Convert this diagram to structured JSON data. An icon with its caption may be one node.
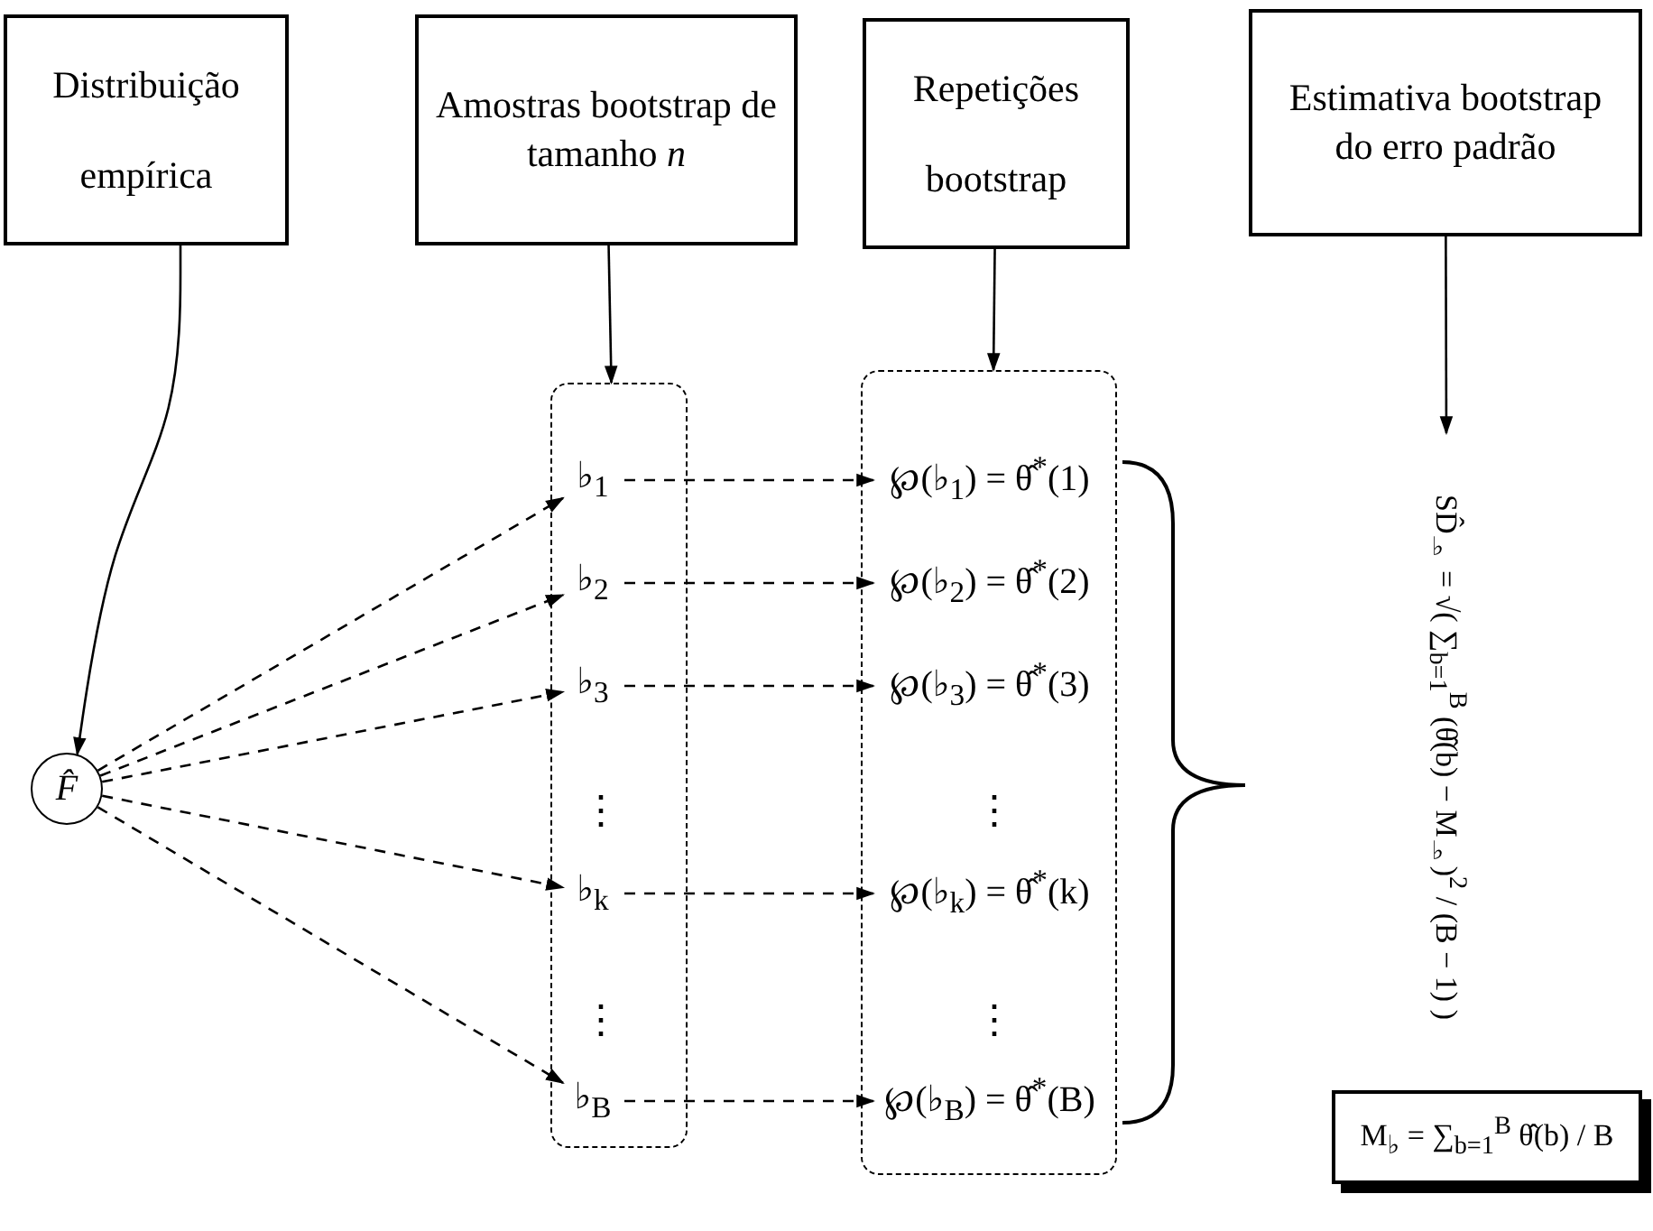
{
  "diagram": {
    "nodes": [
      {
        "text": [
          "Distribuição empírica"
        ]
      },
      {
        "text": [
          "Amostras bootstrap de tamanho *n*"
        ]
      },
      {
        "text": [
          "Repetições bootstrap"
        ]
      },
      {
        "text": [
          "Estimativa bootstrap do erro padrão"
        ]
      },
      {
        "text": [
          "F̂"
        ]
      },
      {
        "text": [],
        "shape": "box"
      },
      {
        "text": [],
        "shape": "box"
      },
      {
        "text": [
          "♭$_{1}$"
        ],
        "in": 5
      },
      {
        "text": [
          "♭$_{2}$"
        ],
        "in": 5
      },
      {
        "text": [
          "♭$_{3}$"
        ],
        "in": 5
      },
      {
        "text": [
          "♭$_{k}$"
        ],
        "in": 5
      },
      {
        "text": [
          "♭$_{B}$"
        ],
        "in": 5
      },
      {
        "text": [
          "℘(♭$_{1}$) = θ̂$^{*}$(1)"
        ],
        "in": 6
      },
      {
        "text": [
          "℘(♭$_{2}$) = θ̂$^{*}$(2)"
        ],
        "in": 6
      },
      {
        "text": [
          "℘(♭$_{3}$) = θ̂$^{*}$(3)"
        ],
        "in": 6
      },
      {
        "text": [
          "℘(♭$_{k}$) = θ̂$^{*}$(k)"
        ],
        "in": 6
      },
      {
        "text": [
          "℘(♭$_{B}$) = θ̂$^{*}$(B)"
        ],
        "in": 6
      },
      {
        "text": [
          "SD̂$_{♭}$ = √( ∑$_{b=1}$$^{B}$ (θ̂(b) − M$_{♭}$)$^{2}$ / (B − 1) )"
        ]
      },
      {
        "text": [
          "M$_{♭}$ = ∑$_{b=1}$$^{B}$ θ̂(b) / B"
        ]
      }
    ],
    "edges": [
      {
        "from": 0,
        "to": 4,
        "arrow": "to"
      },
      {
        "from": 1,
        "to": 5,
        "arrow": "to"
      },
      {
        "from": 2,
        "to": 6,
        "arrow": "to"
      },
      {
        "from": 3,
        "to": 17,
        "arrow": "to"
      },
      {
        "from": 4,
        "to": 7,
        "arrow": "to",
        "style": "dashed"
      },
      {
        "from": 4,
        "to": 8,
        "arrow": "to",
        "style": "dashed"
      },
      {
        "from": 4,
        "to": 9,
        "arrow": "to",
        "style": "dashed"
      },
      {
        "from": 4,
        "to": 10,
        "arrow": "to",
        "style": "dashed"
      },
      {
        "from": 4,
        "to": 11,
        "arrow": "to",
        "style": "dashed"
      },
      {
        "from": 7,
        "to": 12,
        "arrow": "to",
        "style": "dashed"
      },
      {
        "from": 8,
        "to": 13,
        "arrow": "to",
        "style": "dashed"
      },
      {
        "from": 9,
        "to": 14,
        "arrow": "to",
        "style": "dashed"
      },
      {
        "from": 10,
        "to": 15,
        "arrow": "to",
        "style": "dashed"
      },
      {
        "from": 11,
        "to": 16,
        "arrow": "to",
        "style": "dashed"
      }
    ],
    "labels": [
      "⋮",
      "⋮",
      "⋮",
      "⋮"
    ]
  }
}
